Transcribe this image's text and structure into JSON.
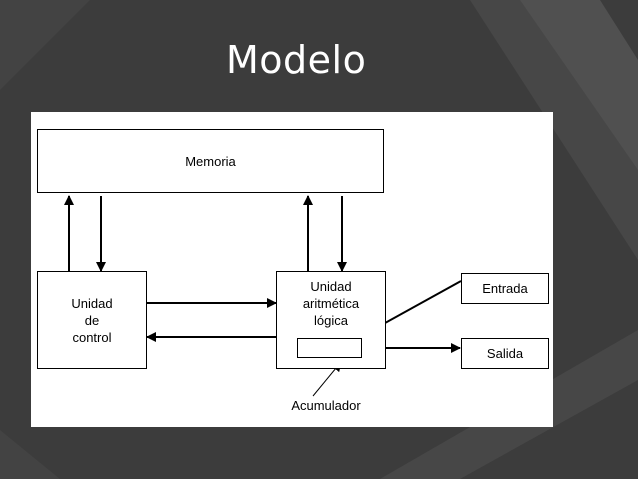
{
  "slide": {
    "title": "Modelo"
  },
  "diagram": {
    "memory": "Memoria",
    "control_unit": {
      "line1": "Unidad",
      "line2": "de",
      "line3": "control"
    },
    "alu": {
      "line1": "Unidad",
      "line2": "aritmética",
      "line3": "lógica"
    },
    "input": "Entrada",
    "output": "Salida",
    "accumulator": "Acumulador"
  },
  "colors": {
    "background": "#3c3c3c",
    "stripe": "#4a4a4a",
    "title": "#ffffff",
    "diagram_bg": "#ffffff",
    "ink": "#000000"
  }
}
